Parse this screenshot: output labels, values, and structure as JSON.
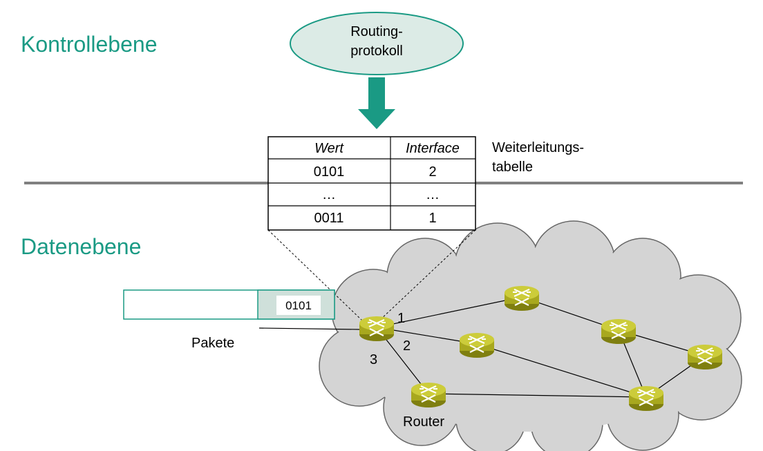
{
  "labels": {
    "control_plane": "Kontrollebene",
    "data_plane": "Datenebene",
    "routing_protocol_line1": "Routing-",
    "routing_protocol_line2": "protokoll",
    "forwarding_table_line1": "Weiterleitungs-",
    "forwarding_table_line2": "tabelle",
    "packets": "Pakete",
    "router": "Router",
    "packet_value": "0101"
  },
  "table": {
    "headers": [
      "Wert",
      "Interface"
    ],
    "rows": [
      [
        "0101",
        "2"
      ],
      [
        "…",
        "…"
      ],
      [
        "0011",
        "1"
      ]
    ]
  },
  "interfaces": [
    "1",
    "2",
    "3"
  ],
  "colors": {
    "accent": "#1a9a84",
    "ellipse_fill": "#dcebe6",
    "cloud_fill": "#d4d4d4",
    "router_body": "#a8a81e",
    "divider": "#808080",
    "packet_header": "#cfe0da"
  }
}
